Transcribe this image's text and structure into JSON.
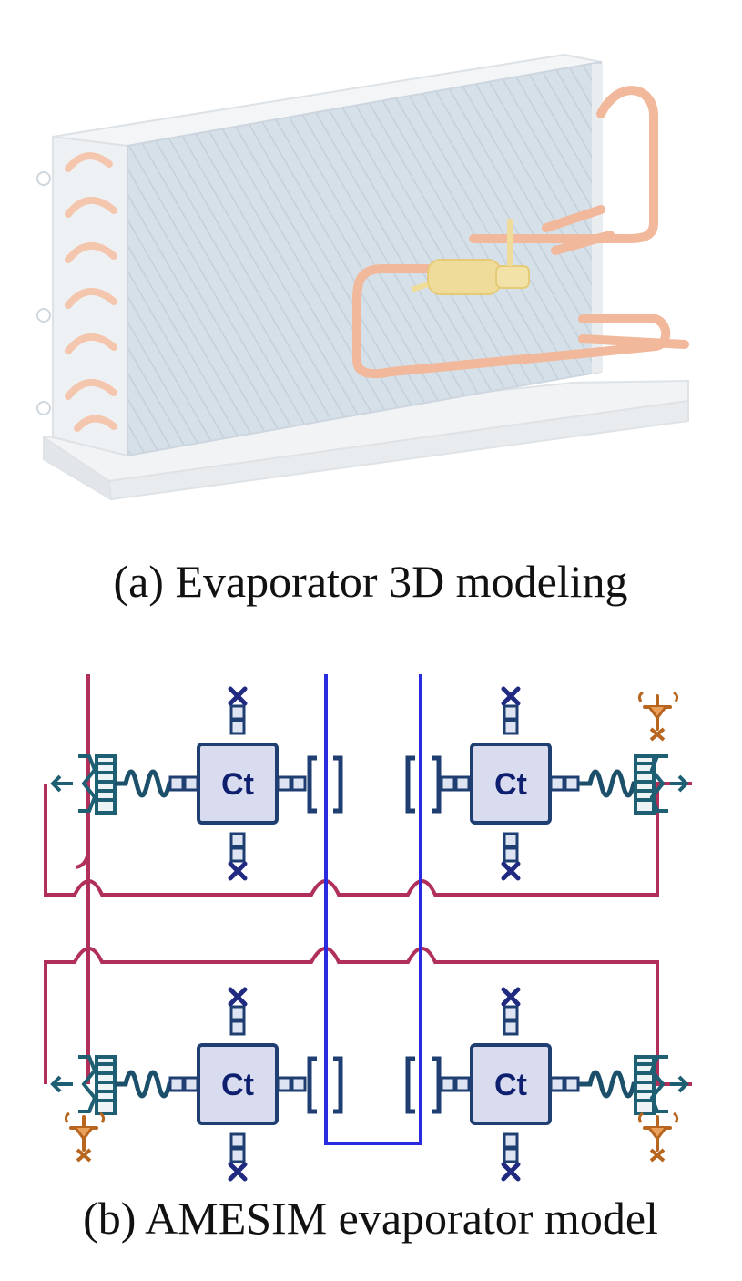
{
  "figure": {
    "panel_a": {
      "caption": "(a) Evaporator 3D modeling"
    },
    "panel_b": {
      "caption": "(b) AMESIM evaporator model",
      "component_label": "Ct"
    }
  },
  "colors": {
    "refrigerant_line": "#b0305a",
    "air_line": "#2a2ae0",
    "component_stroke": "#1f3f73",
    "component_fill": "#d9dcef",
    "spring": "#1b4f6a",
    "boundary_marker": "#1f2a80",
    "source_marker": "#b7651f",
    "copper_pipe": "#f2b89b",
    "fin_core": "#d4dee6"
  },
  "icons": {
    "thermal_port_cross": "cross-icon",
    "heat_source": "source-icon",
    "spring": "spring-icon",
    "bracket": "bracket-icon"
  }
}
